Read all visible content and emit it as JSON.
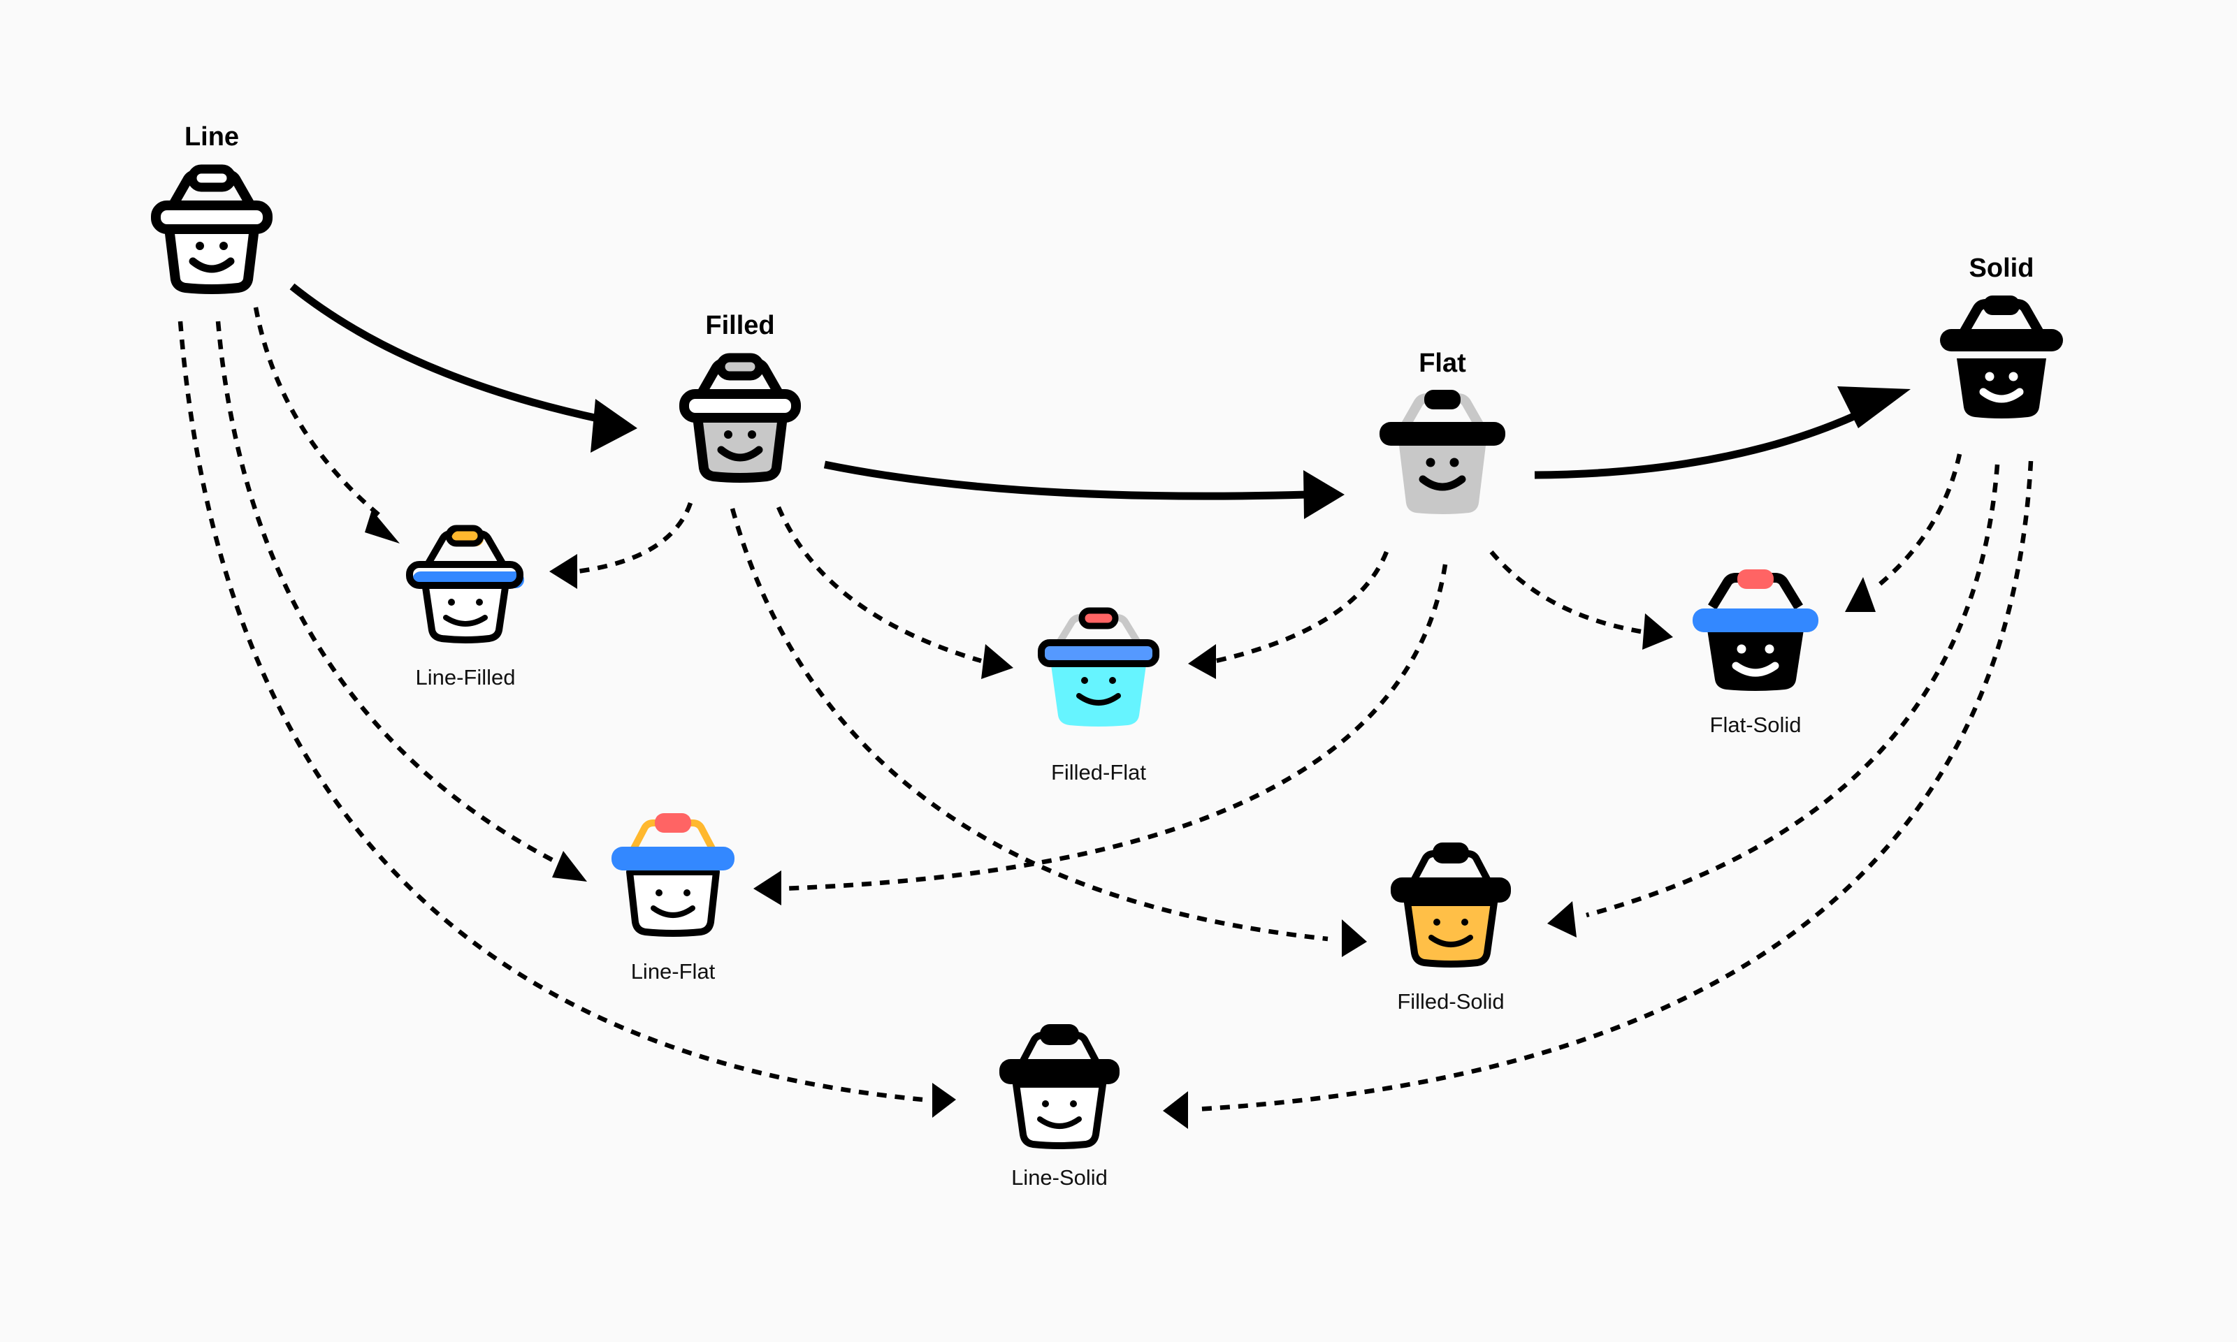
{
  "diagram": {
    "type": "icon-style-combination-graph",
    "base_styles": [
      {
        "id": "line",
        "label": "Line"
      },
      {
        "id": "filled",
        "label": "Filled"
      },
      {
        "id": "flat",
        "label": "Flat"
      },
      {
        "id": "solid",
        "label": "Solid"
      }
    ],
    "combined_styles": [
      {
        "id": "line-filled",
        "label": "Line-Filled"
      },
      {
        "id": "filled-flat",
        "label": "Filled-Flat"
      },
      {
        "id": "flat-solid",
        "label": "Flat-Solid"
      },
      {
        "id": "line-flat",
        "label": "Line-Flat"
      },
      {
        "id": "filled-solid",
        "label": "Filled-Solid"
      },
      {
        "id": "line-solid",
        "label": "Line-Solid"
      }
    ],
    "main_flow": [
      {
        "from": "line",
        "to": "filled",
        "style": "solid"
      },
      {
        "from": "filled",
        "to": "flat",
        "style": "solid"
      },
      {
        "from": "flat",
        "to": "solid",
        "style": "solid"
      }
    ],
    "combination_edges": [
      {
        "from": "line",
        "to": "line-filled",
        "style": "dashed"
      },
      {
        "from": "filled",
        "to": "line-filled",
        "style": "dashed"
      },
      {
        "from": "filled",
        "to": "filled-flat",
        "style": "dashed"
      },
      {
        "from": "flat",
        "to": "filled-flat",
        "style": "dashed"
      },
      {
        "from": "flat",
        "to": "flat-solid",
        "style": "dashed"
      },
      {
        "from": "solid",
        "to": "flat-solid",
        "style": "dashed"
      },
      {
        "from": "line",
        "to": "line-flat",
        "style": "dashed"
      },
      {
        "from": "flat",
        "to": "line-flat",
        "style": "dashed"
      },
      {
        "from": "filled",
        "to": "filled-solid",
        "style": "dashed"
      },
      {
        "from": "solid",
        "to": "filled-solid",
        "style": "dashed"
      },
      {
        "from": "line",
        "to": "line-solid",
        "style": "dashed"
      },
      {
        "from": "solid",
        "to": "line-solid",
        "style": "dashed"
      }
    ],
    "icon": "basket-smiley-icon",
    "colors": {
      "background": "#fafafa",
      "stroke": "#000000",
      "gray_fill": "#c8c8c8",
      "blue": "#3388ff",
      "blue_light": "#5599ff",
      "orange": "#ffb82e",
      "red": "#ff6464",
      "cyan": "#66f4ff",
      "yellow": "#ffbf47",
      "white": "#ffffff"
    }
  }
}
